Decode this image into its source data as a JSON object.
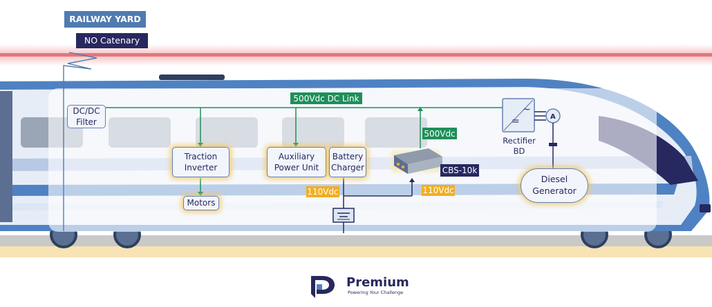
{
  "header": {
    "location_tag": "RAILWAY YARD",
    "catenary_tag": "NO Catenary"
  },
  "diagram": {
    "dc_filter": {
      "line1": "DC/DC",
      "line2": "Filter"
    },
    "dc_link_label": "500Vdc DC Link",
    "traction_inverter": {
      "line1": "Traction",
      "line2": "Inverter"
    },
    "motors": "Motors",
    "auxiliary_power_unit": {
      "line1": "Auxiliary",
      "line2": "Power Unit"
    },
    "battery_charger": {
      "line1": "Battery",
      "line2": "Charger"
    },
    "output_500vdc": "500Vdc",
    "converter_model": "CBS-10k",
    "output_110vdc_left": "110Vdc",
    "output_110vdc_right": "110Vdc",
    "rectifier": {
      "line1": "Rectifier",
      "line2": "BD"
    },
    "rectifier_symbol_dc": "=",
    "rectifier_symbol_ac": "~",
    "ammeter_symbol": "A",
    "diesel_generator": {
      "line1": "Diesel",
      "line2": "Generator"
    }
  },
  "footer": {
    "brand_name": "Premium",
    "slogan": "Powering Your Challenge"
  },
  "colors": {
    "navy": "#27285f",
    "steel_blue": "#4f7bb0",
    "green": "#1e8f5a",
    "amber": "#f2ae22",
    "catenary_red": "#e2777b",
    "train_blue": "#4f82c2"
  }
}
